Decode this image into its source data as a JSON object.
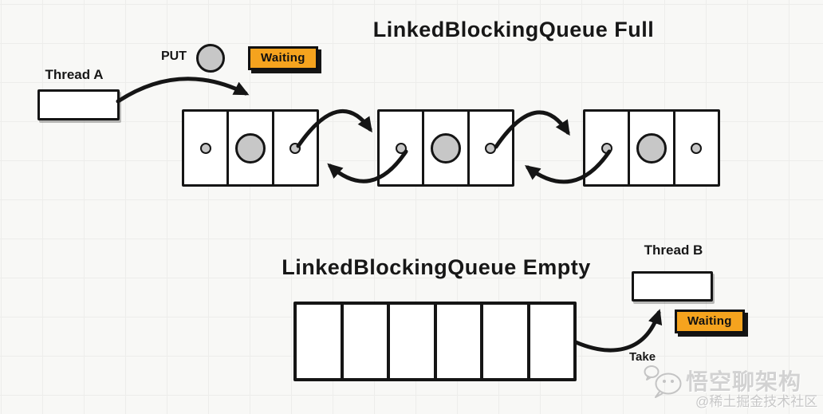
{
  "colors": {
    "background": "#f8f8f6",
    "grid_line": "#ededeb",
    "ink": "#151515",
    "badge_orange": "#F5A31E",
    "node_fill": "#ffffff",
    "dot_gray": "#c7c7c7",
    "watermark_gray": "#d2d2d2"
  },
  "full_section": {
    "title": "LinkedBlockingQueue Full",
    "thread_label": "Thread A",
    "put_label": "PUT",
    "waiting_label": "Waiting",
    "queue": {
      "node_count": 3,
      "cells_per_node": 3
    }
  },
  "empty_section": {
    "title": "LinkedBlockingQueue Empty",
    "thread_label": "Thread B",
    "take_label": "Take",
    "waiting_label": "Waiting",
    "cell_count": 6
  },
  "watermark": {
    "icon": "wechat-chat-bubbles-icon",
    "brand": "悟空聊架构",
    "community": "@稀土掘金技术社区"
  }
}
